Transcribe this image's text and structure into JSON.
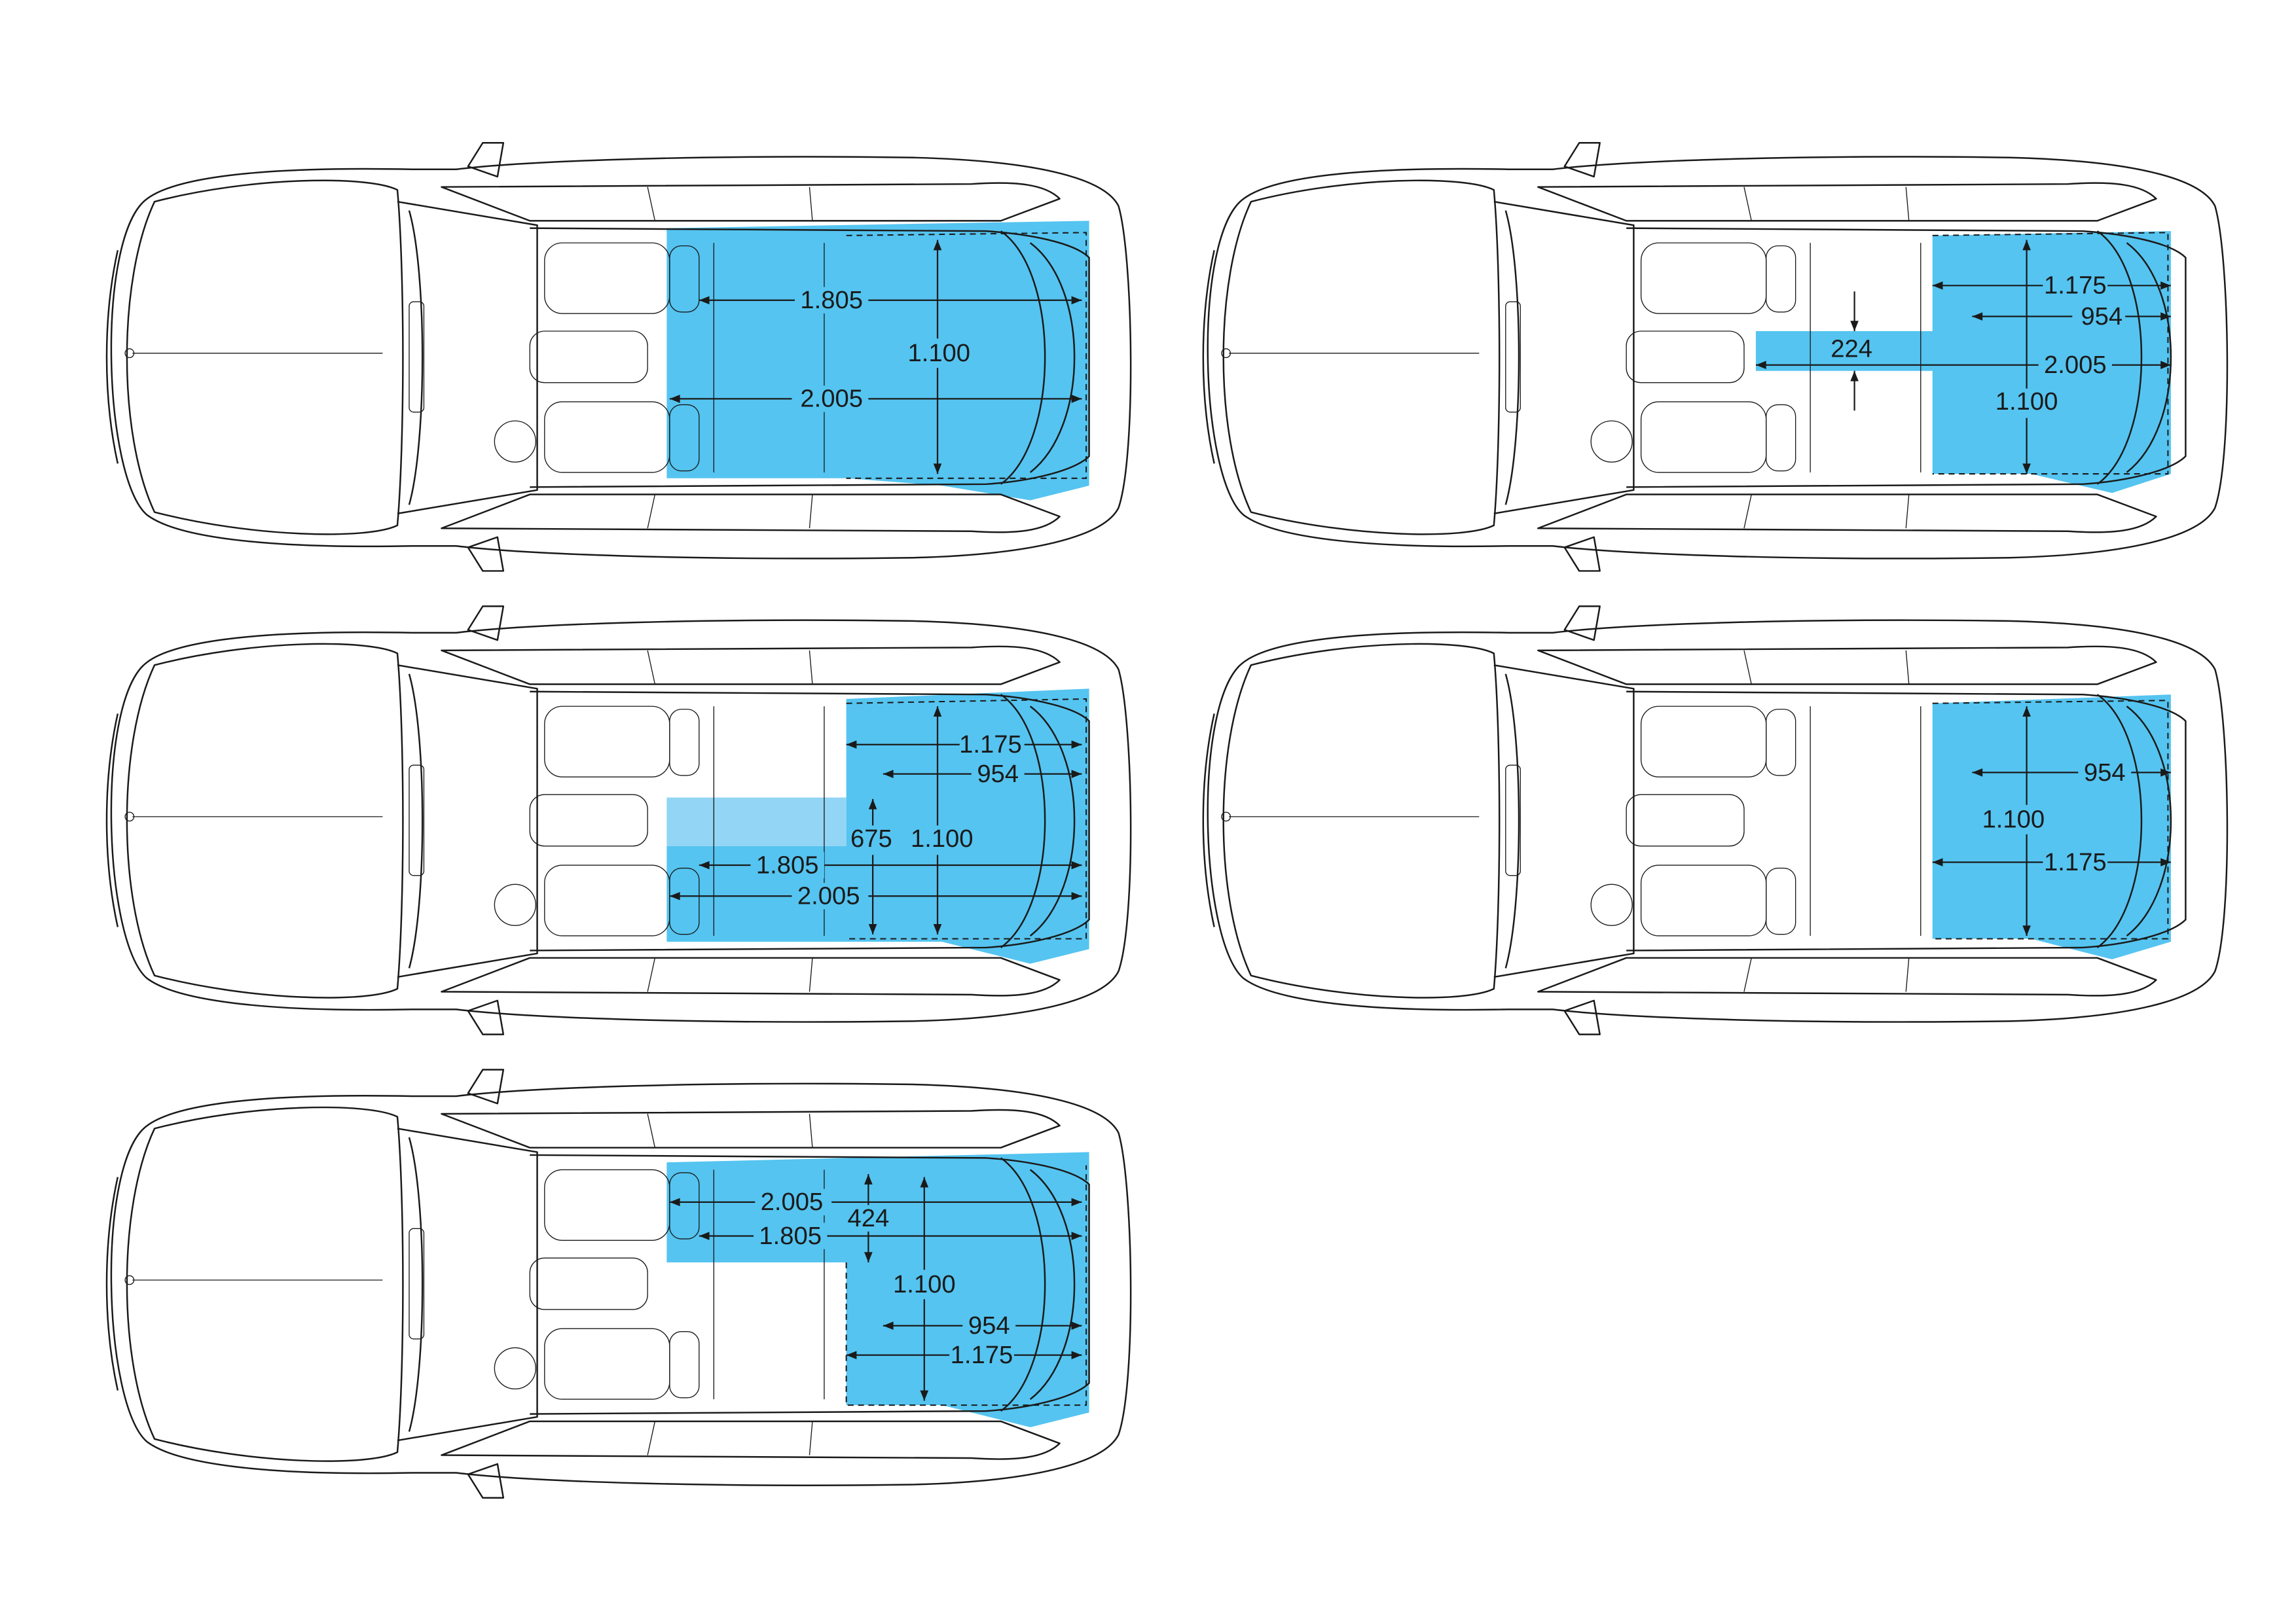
{
  "colors": {
    "cargo": "#55c4f0",
    "cargo_light": "#92d5f4",
    "line": "#1a1a1a"
  },
  "diagrams": [
    {
      "id": "all-seats-folded",
      "labels": {
        "d1": "1.805",
        "d2": "2.005",
        "d3": "1.100"
      }
    },
    {
      "id": "rear-seats-with-loading-through",
      "labels": {
        "d1": "1.175",
        "d2": "954",
        "d3": "2.005",
        "d4": "1.100",
        "d5": "224"
      }
    },
    {
      "id": "center-seat-folded",
      "labels": {
        "d1": "1.175",
        "d2": "954",
        "d3": "675",
        "d4": "1.100",
        "d5": "1.805",
        "d6": "2.005"
      }
    },
    {
      "id": "rear-seats-upright",
      "labels": {
        "d1": "954",
        "d2": "1.100",
        "d3": "1.175"
      }
    },
    {
      "id": "one-side-folded",
      "labels": {
        "d1": "2.005",
        "d2": "424",
        "d3": "1.805",
        "d4": "1.100",
        "d5": "954",
        "d6": "1.175"
      }
    }
  ]
}
